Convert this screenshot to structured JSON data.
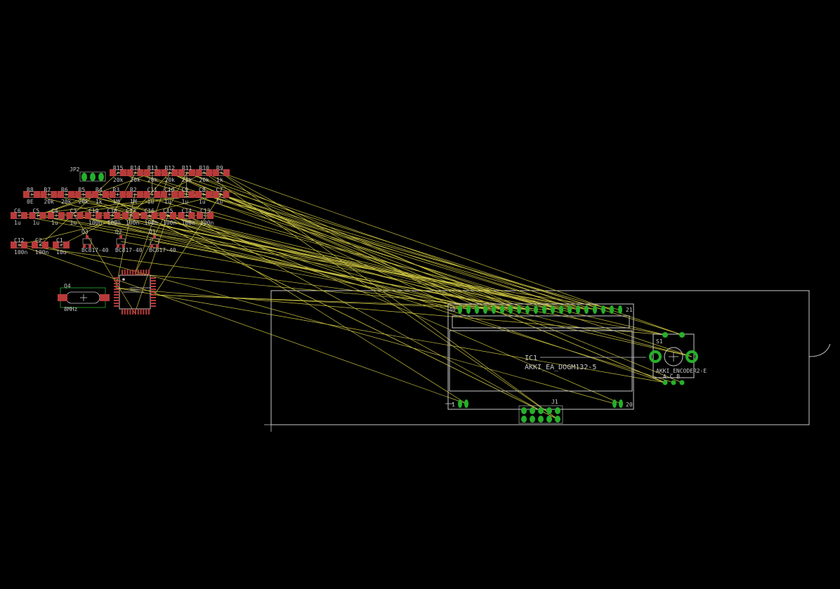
{
  "jumper": {
    "name": "JP2"
  },
  "resistors_top": [
    {
      "name": "R15",
      "value": "20k"
    },
    {
      "name": "R14",
      "value": "20k"
    },
    {
      "name": "R13",
      "value": "20k"
    },
    {
      "name": "R12",
      "value": "20k"
    },
    {
      "name": "R11",
      "value": "20k"
    },
    {
      "name": "R10",
      "value": "20k"
    },
    {
      "name": "R9",
      "value": "1k"
    }
  ],
  "row2": [
    {
      "name": "R8",
      "value": "0E"
    },
    {
      "name": "R7",
      "value": "20k"
    },
    {
      "name": "R6",
      "value": "20k"
    },
    {
      "name": "R5",
      "value": "20k"
    },
    {
      "name": "R4",
      "value": "1k"
    },
    {
      "name": "R3",
      "value": "1M"
    },
    {
      "name": "R2",
      "value": "1M"
    },
    {
      "name": "C11",
      "value": "1u"
    },
    {
      "name": "C10",
      "value": "1u"
    },
    {
      "name": "C9",
      "value": "1u"
    },
    {
      "name": "C8",
      "value": "1u"
    },
    {
      "name": "C7",
      "value": "1u"
    }
  ],
  "row3": [
    {
      "name": "C6",
      "value": "1u"
    },
    {
      "name": "C5",
      "value": "1u"
    },
    {
      "name": "C4",
      "value": "1u"
    },
    {
      "name": "C3",
      "value": "1u"
    },
    {
      "name": "C19",
      "value": "100n"
    },
    {
      "name": "C18",
      "value": "100n"
    },
    {
      "name": "C17",
      "value": "100n"
    },
    {
      "name": "C16",
      "value": "100n"
    },
    {
      "name": "C15",
      "value": "100n"
    },
    {
      "name": "C14",
      "value": "100n"
    },
    {
      "name": "C13",
      "value": "100n"
    }
  ],
  "row4": [
    {
      "name": "C12",
      "value": "100n"
    },
    {
      "name": "C2",
      "value": "100n"
    },
    {
      "name": "C1",
      "value": "10u"
    }
  ],
  "transistors": [
    {
      "name": "Q3",
      "value": "BC817-40"
    },
    {
      "name": "Q2",
      "value": "BC817-40"
    },
    {
      "name": "Q1",
      "value": "BC817-40"
    }
  ],
  "crystal": {
    "name": "Q4",
    "value": "8MHz"
  },
  "display": {
    "name": "IC1",
    "value": "AKKI_EA_DOGM132-5",
    "pin_40": "40",
    "pin_21": "21",
    "pin_1": "1",
    "pin_20": "20"
  },
  "connector": {
    "name": "J1"
  },
  "encoder": {
    "name": "S1",
    "value": "AKKI_ENCODER2-E",
    "pins": "A C B"
  },
  "colors": {
    "background": "#000000",
    "pad_smd": "#b83a3a",
    "pad_tht": "#26b02a",
    "airwire": "#c8c040",
    "silkscreen": "#c8c8c8"
  }
}
